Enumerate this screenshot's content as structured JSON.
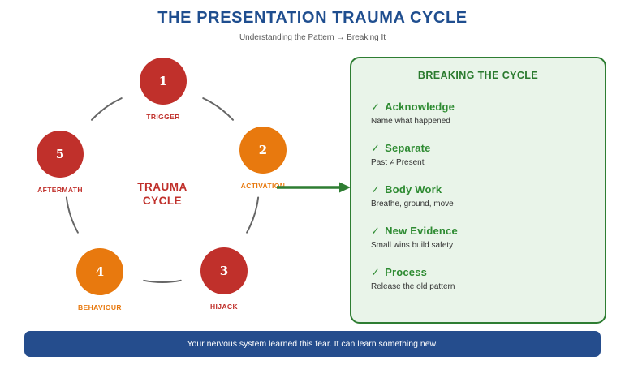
{
  "colors": {
    "title-blue": "#1f4e8f",
    "banner-blue": "#254d8d",
    "red": "#c0302b",
    "orange": "#e8790e",
    "green": "#2e7d32",
    "green-title": "#2a7a2e",
    "green-bright": "#2e8b32",
    "panel-bg": "#e9f4e9",
    "arc-gray": "#666666",
    "subtitle-gray": "#555555",
    "desc-gray": "#333333"
  },
  "header": {
    "title": "THE PRESENTATION TRAUMA CYCLE",
    "subtitle": "Understanding the Pattern → Breaking It"
  },
  "cycle": {
    "center_label_line1": "TRAUMA",
    "center_label_line2": "CYCLE",
    "nodes": [
      {
        "number": "1",
        "label": "TRIGGER",
        "color": "red"
      },
      {
        "number": "2",
        "label": "ACTIVATION",
        "color": "orange"
      },
      {
        "number": "3",
        "label": "HIJACK",
        "color": "red"
      },
      {
        "number": "4",
        "label": "BEHAVIOUR",
        "color": "orange"
      },
      {
        "number": "5",
        "label": "AFTERMATH",
        "color": "red"
      }
    ]
  },
  "panel": {
    "title": "BREAKING THE CYCLE",
    "check": "✓",
    "items": [
      {
        "title": "Acknowledge",
        "desc": "Name what happened"
      },
      {
        "title": "Separate",
        "desc": "Past ≠ Present"
      },
      {
        "title": "Body Work",
        "desc": "Breathe, ground, move"
      },
      {
        "title": "New Evidence",
        "desc": "Small wins build safety"
      },
      {
        "title": "Process",
        "desc": "Release the old pattern"
      }
    ]
  },
  "banner": {
    "text": "Your nervous system learned this fear. It can learn something new."
  }
}
